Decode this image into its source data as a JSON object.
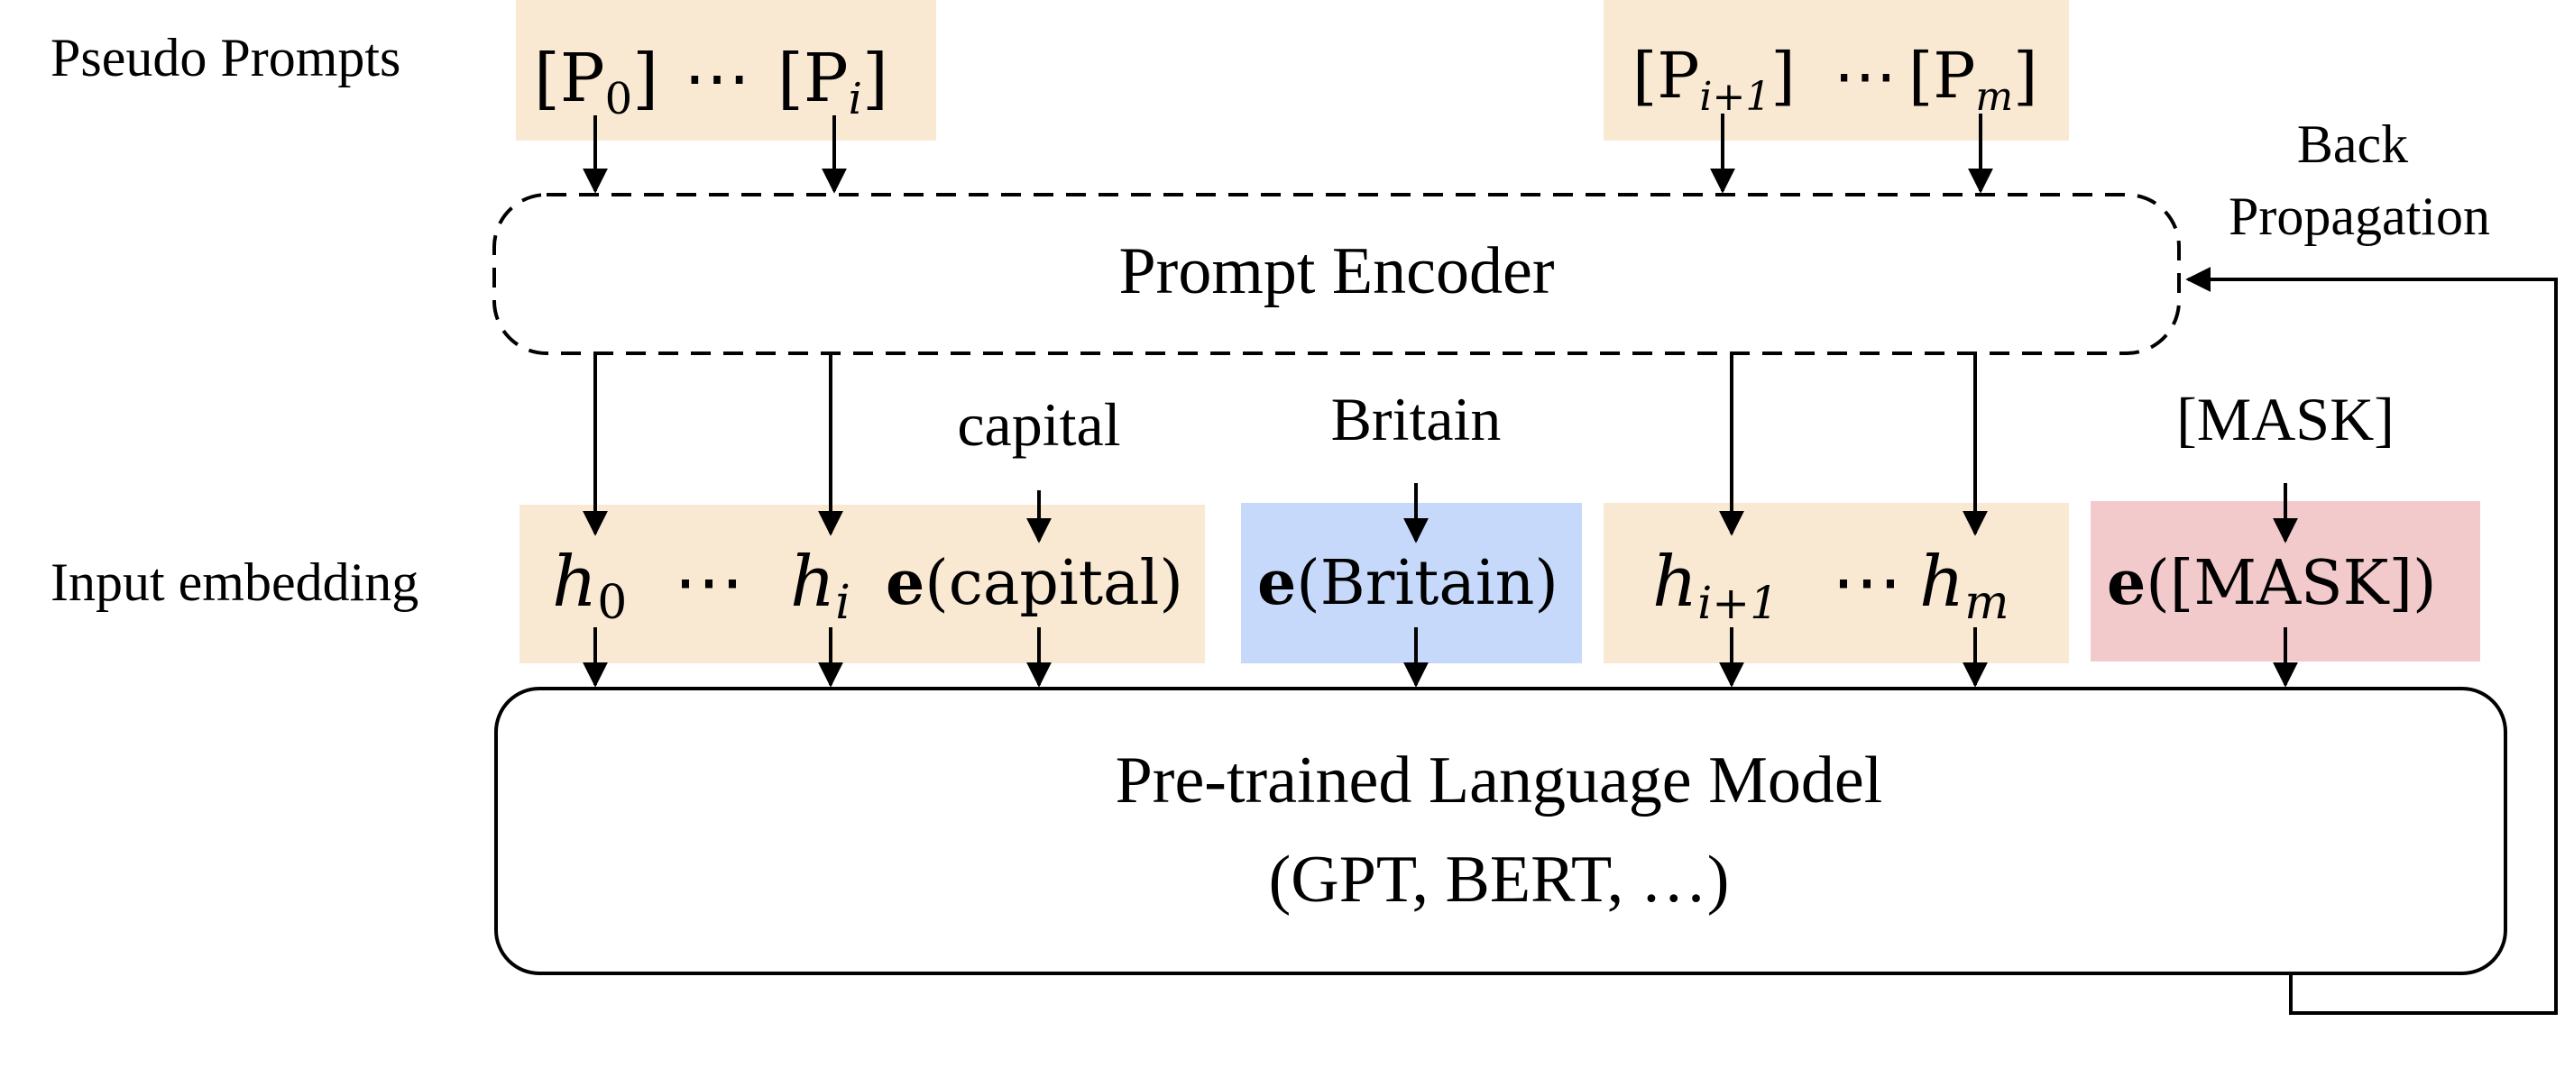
{
  "row_labels": {
    "pseudo_prompts": "Pseudo Prompts",
    "input_embedding": "Input embedding"
  },
  "back_propagation": [
    "Back",
    "Propagation"
  ],
  "prompt_encoder": "Prompt Encoder",
  "language_model": {
    "title": "Pre-trained Language Model",
    "subtitle": "(GPT, BERT, …)"
  },
  "context_words": {
    "capital": "capital",
    "britain": "Britain",
    "mask": "[MASK]"
  },
  "pseudo_tokens": {
    "left": {
      "first": "P",
      "first_sub": "0",
      "dots": "⋯",
      "last": "P",
      "last_sub": "i"
    },
    "right": {
      "first": "P",
      "first_sub": "i+1",
      "dots": "⋯",
      "last": "P",
      "last_sub": "m"
    }
  },
  "embeddings": {
    "h0": {
      "base": "h",
      "sub": "0"
    },
    "dots": "⋯",
    "hi": {
      "base": "h",
      "sub": "i"
    },
    "e": "e",
    "capital": "(capital)",
    "britain": "(Britain)",
    "hi1": {
      "base": "h",
      "sub": "i+1"
    },
    "dots2": "⋯",
    "hm": {
      "base": "h",
      "sub": "m"
    },
    "mask": "([MASK])"
  },
  "colors": {
    "prompt_fill": "#fae9d2",
    "britain_fill": "#c6d9fb",
    "mask_fill": "#f3cacc",
    "line": "#000000"
  }
}
